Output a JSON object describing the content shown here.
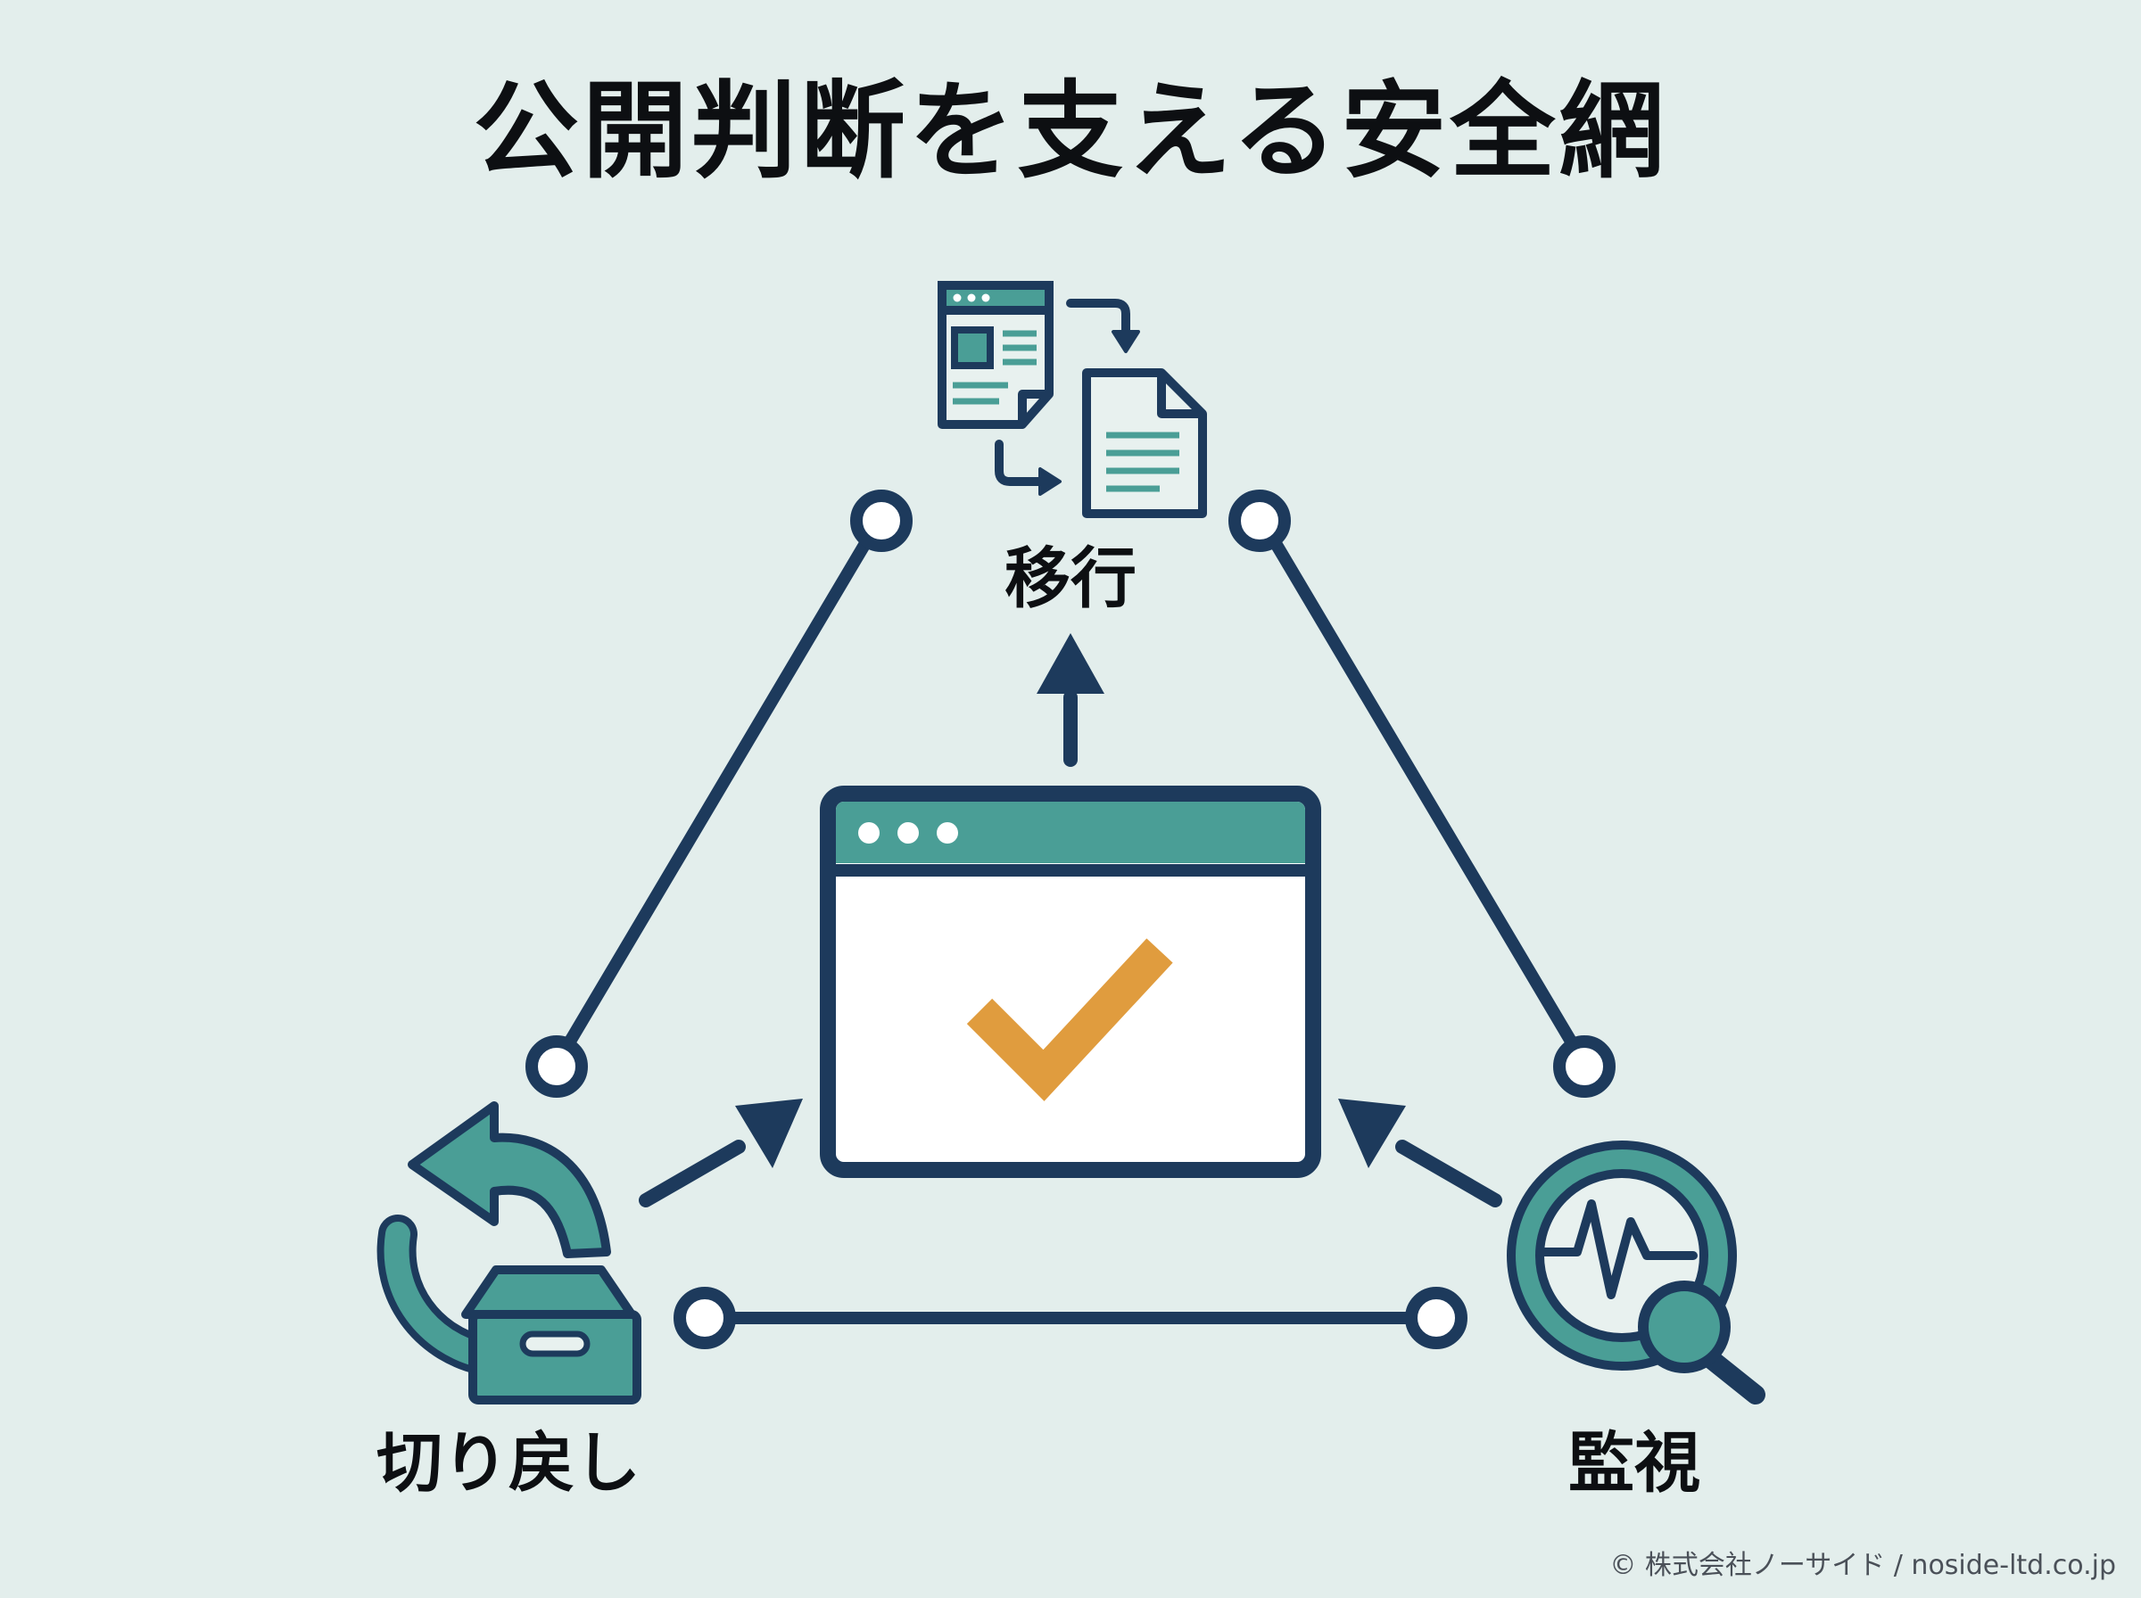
{
  "title": "公開判断を支える安全網",
  "nodes": {
    "migration": {
      "label": "移行",
      "icon": "page-migration-icon"
    },
    "rollback": {
      "label": "切り戻し",
      "icon": "archive-undo-icon"
    },
    "monitoring": {
      "label": "監視",
      "icon": "monitoring-magnifier-icon"
    },
    "center": {
      "icon": "browser-checkmark-icon"
    }
  },
  "copyright": "© 株式会社ノーサイド / noside-ltd.co.jp",
  "colors": {
    "background": "#e3eeec",
    "navy": "#1d3a5c",
    "teal": "#4a9e96",
    "orange": "#e09c3e",
    "white": "#ffffff"
  }
}
